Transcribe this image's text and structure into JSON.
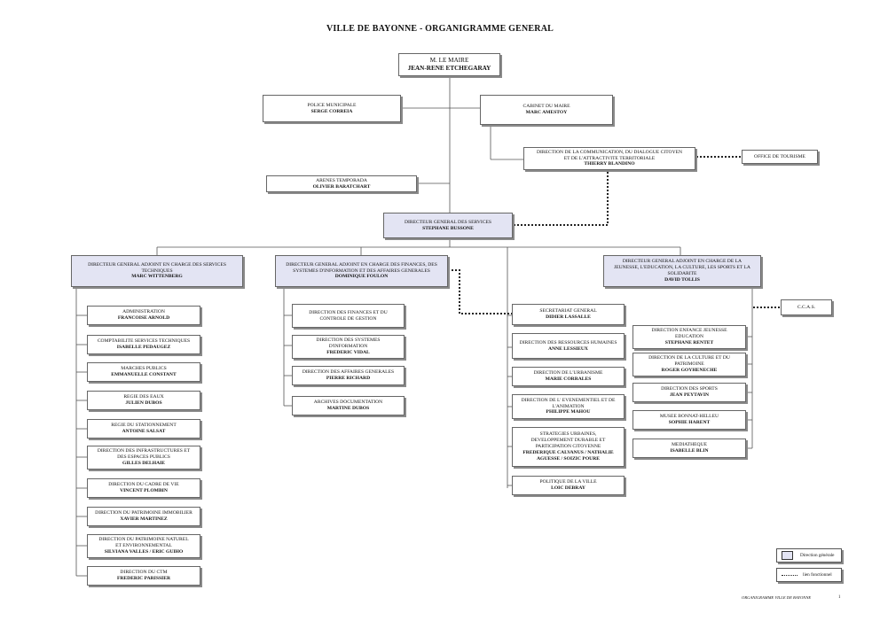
{
  "title": "VILLE DE BAYONNE - ORGANIGRAMME GENERAL",
  "nodes": {
    "maire": {
      "title": "M. LE MAIRE",
      "name": "JEAN-RENE ETCHEGARAY"
    },
    "police": {
      "title": "POLICE MUNICIPALE",
      "name": "SERGE CORREIA"
    },
    "cabinet": {
      "title": "CABINET DU MAIRE",
      "name": "MARC AMESTOY"
    },
    "communication": {
      "title": "DIRECTION DE LA COMMUNICATION, DU DIALOGUE CITOYEN\nET DE L'ATTRACTIVITE TERRITORIALE",
      "name": "THIERRY BLANDINO"
    },
    "tourisme": {
      "title": "OFFICE DE TOURISME",
      "name": ""
    },
    "arenes": {
      "title": "ARENES TEMPORADA",
      "name": "OLIVIER BARATCHART"
    },
    "dgs": {
      "title": "DIRECTEUR GENERAL DES SERVICES",
      "name": "STEPHANE BUSSONE"
    },
    "dga_tech": {
      "title": "DIRECTEUR GENERAL ADJOINT EN CHARGE DES SERVICES\nTECHNIQUES",
      "name": "MARC WITTENBERG"
    },
    "dga_fin": {
      "title": "DIRECTEUR GENERAL ADJOINT EN CHARGE DES FINANCES, DES\nSYSTEMES D'INFORMATION ET DES AFFAIRES GENERALES",
      "name": "DOMINIQUE FOULON"
    },
    "dga_jeun": {
      "title": "DIRECTEUR GENERAL ADJOINT EN CHARGE DE LA\nJEUNESSE, L'EDUCATION, LA CULTURE, LES SPORTS ET LA\nSOLIDARITE",
      "name": "DAVID TOLLIS"
    },
    "ccas": {
      "title": "C.C.A.S.",
      "name": ""
    },
    "admin": {
      "title": "ADMINISTRATION",
      "name": "FRANCOISE ARNOLD"
    },
    "compta": {
      "title": "COMPTABILITE SERVICES TECHNIQUES",
      "name": "ISABELLE PEDAUGEZ"
    },
    "marches": {
      "title": "MARCHES PUBLICS",
      "name": "EMMANUELLE CONSTANT"
    },
    "eaux": {
      "title": "REGIE DES EAUX",
      "name": "JULIEN DUBOS"
    },
    "stationnement": {
      "title": "REGIE DU STATIONNEMENT",
      "name": "ANTOINE SALSAT"
    },
    "infra": {
      "title": "DIRECTION DES INFRASTRUCTURES ET\nDES ESPACES PUBLICS",
      "name": "GILLES DELHAIE"
    },
    "cadre": {
      "title": "DIRECTION DU CADRE DE VIE",
      "name": "VINCENT PLOMBIN"
    },
    "patri_immo": {
      "title": "DIRECTION DU PATRIMOINE IMMOBILIER",
      "name": "XAVIER MARTINEZ"
    },
    "patri_nat": {
      "title": "DIRECTION DU PATRIMOINE NATUREL\nET ENVIRONNEMENTAL",
      "name": "SILVIANA VALLES / ERIC GUIHO"
    },
    "ctm": {
      "title": "DIRECTION DU CTM",
      "name": "FREDERIC PARISSIER"
    },
    "finances": {
      "title": "DIRECTION DES FINANCES ET DU\nCONTROLE DE GESTION",
      "name": ""
    },
    "si": {
      "title": "DIRECTION DES SYSTEMES\nD'INFORMATION",
      "name": "FREDERIC VIDAL"
    },
    "affaires": {
      "title": "DIRECTION DES AFFAIRES GENERALES",
      "name": "PIERRE RICHARD"
    },
    "archives": {
      "title": "ARCHIVES DOCUMENTATION",
      "name": "MARTINE DUBOS"
    },
    "secretariat": {
      "title": "SECRETARIAT GENERAL",
      "name": "DIDIER LASSALLE"
    },
    "rh": {
      "title": "DIRECTION DES RESSOURCES HUMAINES",
      "name": "ANNE LESSIEUX"
    },
    "urbanisme": {
      "title": "DIRECTION DE L'URBANISME",
      "name": "MARIE CORRALES"
    },
    "evenementiel": {
      "title": "DIRECTION DE L' EVENEMENTIEL ET DE\nL'ANIMATION",
      "name": "PHILIPPE MAHOU"
    },
    "strategies": {
      "title": "STRATEGIES URBAINES,\nDEVELOPPEMENT DURABLE ET\nPARTICIPATION CITOYENNE",
      "name": "FREDERIQUE CALVANUS / NATHALIE\nAGUESSE / SOIZIC POURE"
    },
    "politique": {
      "title": "POLITIQUE DE LA VILLE",
      "name": "LOIC DEBRAY"
    },
    "enfance": {
      "title": "DIRECTION ENFANCE JEUNESSE\nEDUCATION",
      "name": "STEPHANE RENTET"
    },
    "culture": {
      "title": "DIRECTION DE LA CULTURE ET DU\nPATRIMOINE",
      "name": "ROGER GOYHENECHE"
    },
    "sports": {
      "title": "DIRECTION DES SPORTS",
      "name": "JEAN PEYTAVIN"
    },
    "musee": {
      "title": "MUSEE BONNAT-HELLEU",
      "name": "SOPHIE HARENT"
    },
    "mediatheque": {
      "title": "MEDIATHEQUE",
      "name": "ISABELLE BLIN"
    }
  },
  "legend": {
    "general": "Direction générale",
    "functional": "lien fonctionnel"
  },
  "footer": {
    "text": "ORGANIGRAMME VILLE DE BAYONNE",
    "page": "1"
  }
}
